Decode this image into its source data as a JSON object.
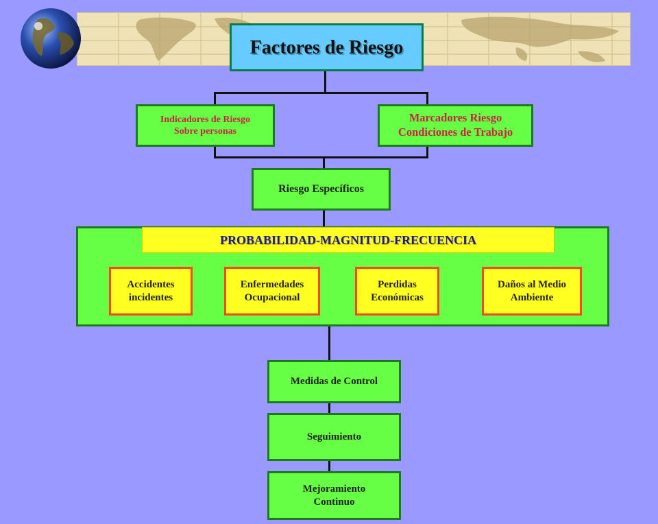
{
  "title": "Factores de Riesgo",
  "level1": {
    "left": [
      "Indicadores de Riesgo",
      "Sobre personas"
    ],
    "right": [
      "Marcadores Riesgo",
      "Condiciones de Trabajo"
    ]
  },
  "riesgo_especificos": "Riesgo Específicos",
  "panel": {
    "header": "PROBABILIDAD-MAGNITUD-FRECUENCIA",
    "items": [
      [
        "Accidentes",
        "incidentes"
      ],
      [
        "Enfermedades",
        "Ocupacional"
      ],
      [
        "Perdidas",
        "Económicas"
      ],
      [
        "Daños al Medio",
        "Ambiente"
      ]
    ]
  },
  "steps": {
    "control": "Medidas de Control",
    "seguimiento": "Seguimiento",
    "mejoramiento": [
      "Mejoramiento",
      "Continuo"
    ]
  },
  "colors": {
    "background": "#9999ff",
    "title_fill": "#66ccff",
    "box_fill": "#66ff44",
    "box_border": "#1e7a1e",
    "accent_text": "#cc2244",
    "highlight_fill": "#ffff22",
    "highlight_border": "#ff4422",
    "header_text": "#1a1a9a"
  },
  "icons": [
    "globe-icon",
    "world-map-banner"
  ]
}
